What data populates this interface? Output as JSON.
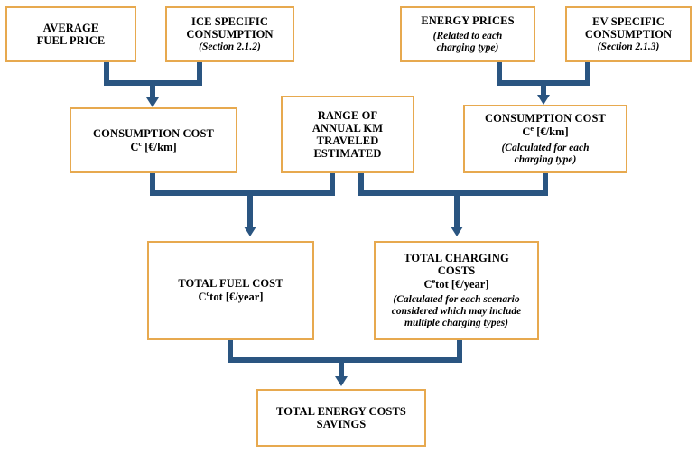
{
  "diagram": {
    "title": "Energy cost savings calculation flowchart",
    "colors": {
      "node_border": "#E7A94F",
      "node_fill": "#FFFFFF",
      "connector": "#2A5581",
      "text": "#000000"
    }
  },
  "nodes": {
    "average_fuel_price": {
      "title": "AVERAGE\nFUEL PRICE",
      "line1": "AVERAGE",
      "line2": "FUEL PRICE"
    },
    "ice_specific_consumption": {
      "line1": "ICE SPECIFIC",
      "line2": "CONSUMPTION",
      "note": "(Section 2.1.2)"
    },
    "energy_prices": {
      "line1": "ENERGY PRICES",
      "note_line1": "(Related to each",
      "note_line2": "charging type)"
    },
    "ev_specific_consumption": {
      "line1": "EV SPECIFIC",
      "line2": "CONSUMPTION",
      "note": "(Section 2.1.3)"
    },
    "consumption_cost_ice": {
      "title": "CONSUMPTION COST",
      "symbol": "C",
      "superscript": "c",
      "units": " [€/km]"
    },
    "range_annual_km": {
      "line1": "RANGE OF",
      "line2": "ANNUAL KM",
      "line3": "TRAVELED",
      "line4": "ESTIMATED"
    },
    "consumption_cost_ev": {
      "title": "CONSUMPTION COST",
      "symbol": "C",
      "superscript": "e",
      "units": " [€/km]",
      "note_line1": "(Calculated for each",
      "note_line2": "charging type)"
    },
    "total_fuel_cost": {
      "title": "TOTAL FUEL COST",
      "symbol": "C",
      "superscript": "c",
      "units": "tot [€/year]"
    },
    "total_charging_costs": {
      "line1": "TOTAL CHARGING",
      "line2": "COSTS",
      "symbol": "C",
      "superscript": "e",
      "units": "tot [€/year]",
      "note_line1": "(Calculated for each scenario",
      "note_line2": "considered which may include",
      "note_line3": "multiple charging types)"
    },
    "total_energy_costs_savings": {
      "line1": "TOTAL ENERGY COSTS",
      "line2": "SAVINGS"
    }
  }
}
